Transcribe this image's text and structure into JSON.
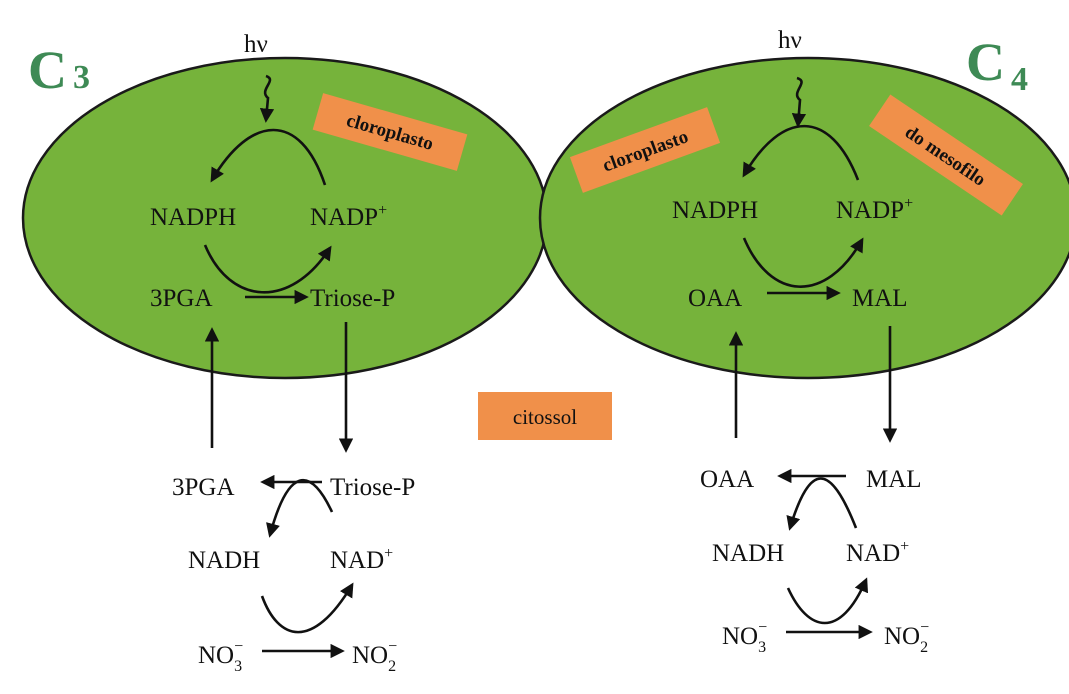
{
  "colors": {
    "organelle": "#76b33b",
    "organelle_outline": "#1a1a1a",
    "label_box": "#f0904a",
    "type_title": "#3e8a55"
  },
  "left": {
    "type": "C",
    "type_sub": "3",
    "light": "hν",
    "organelle_label": "cloroplasto",
    "reductant": "NADPH",
    "oxidant": "NADP",
    "oxidant_sup": "+",
    "substrate": "3PGA",
    "product": "Triose-P",
    "cyt_substrate": "3PGA",
    "cyt_product": "Triose-P",
    "nadh": "NADH",
    "nad": "NAD",
    "nad_sup": "+",
    "nitrate": "NO",
    "nitrate_sub": "3",
    "nitrate_sup": "−",
    "nitrite": "NO",
    "nitrite_sub": "2",
    "nitrite_sup": "−"
  },
  "right": {
    "type": "C",
    "type_sub": "4",
    "light": "hν",
    "organelle_label_1": "cloroplasto",
    "organelle_label_2": "do mesofilo",
    "reductant": "NADPH",
    "oxidant": "NADP",
    "oxidant_sup": "+",
    "substrate": "OAA",
    "product": "MAL",
    "cyt_substrate": "OAA",
    "cyt_product": "MAL",
    "nadh": "NADH",
    "nad": "NAD",
    "nad_sup": "+",
    "nitrate": "NO",
    "nitrate_sub": "3",
    "nitrate_sup": "−",
    "nitrite": "NO",
    "nitrite_sub": "2",
    "nitrite_sup": "−"
  },
  "compartment": "citossol"
}
